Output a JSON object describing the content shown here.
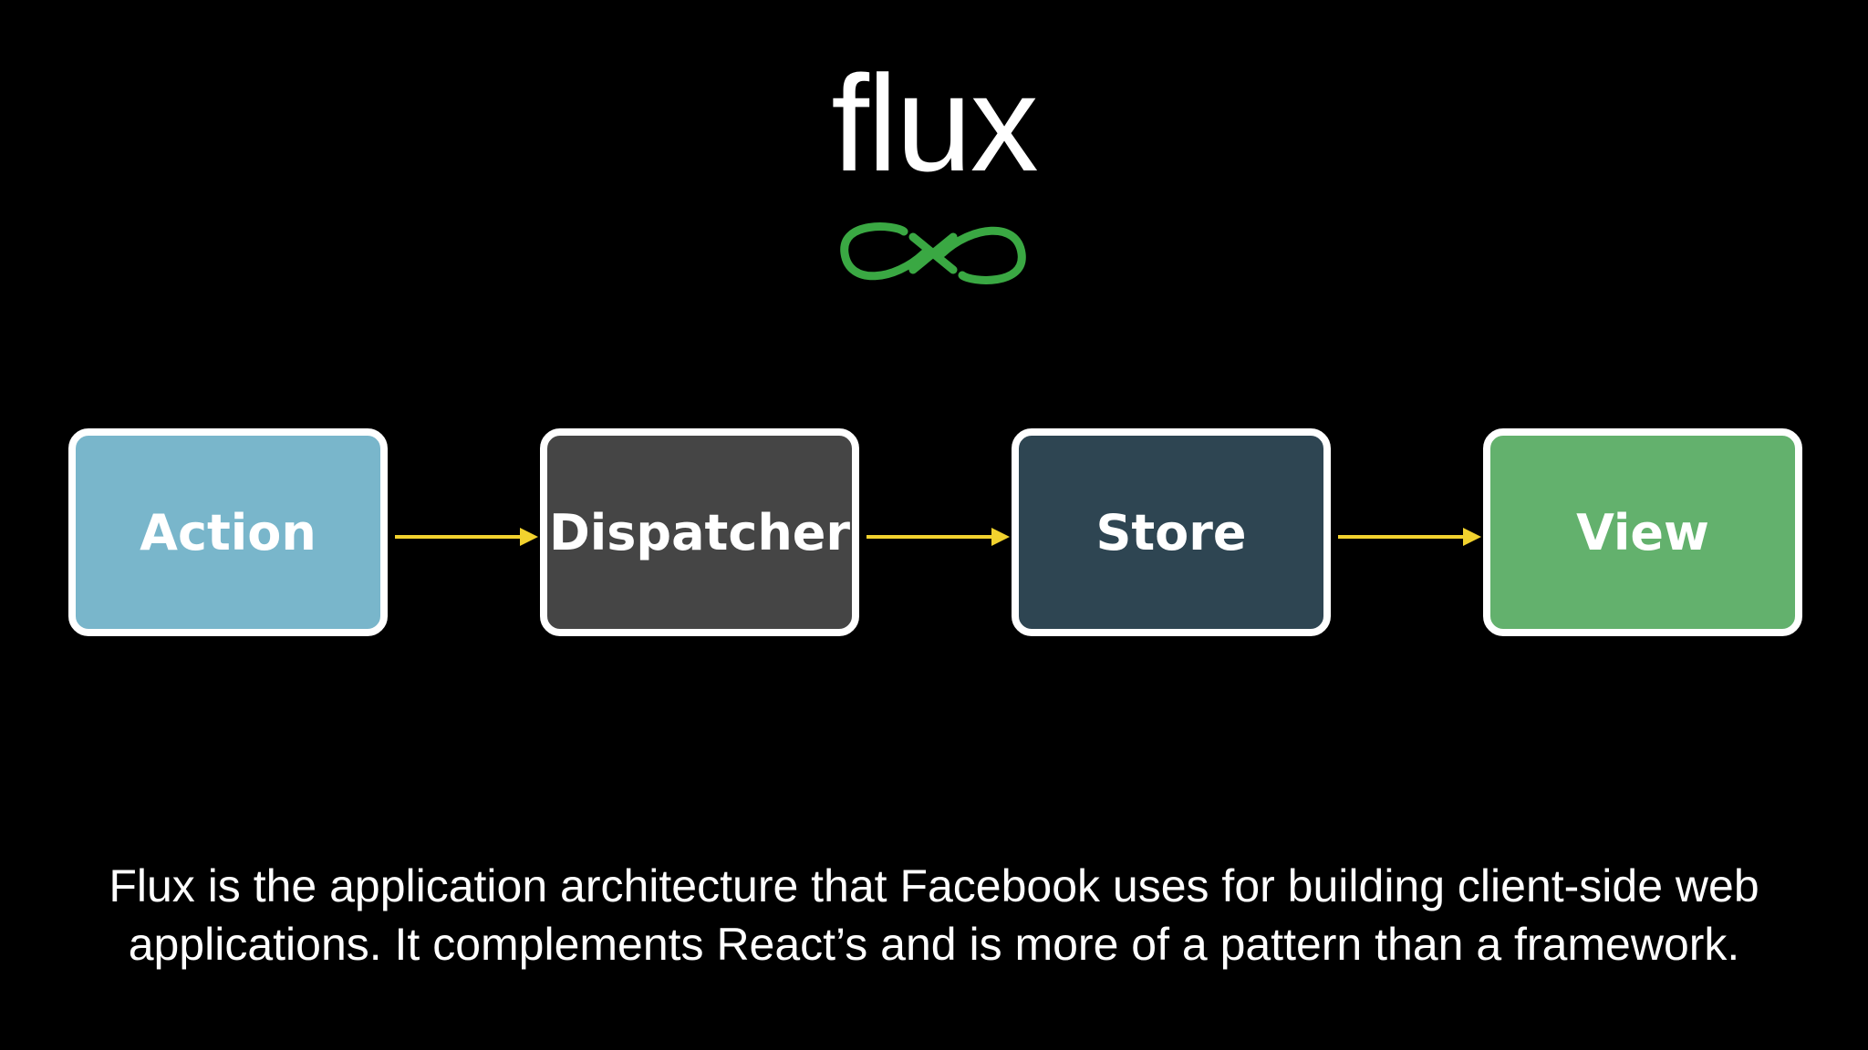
{
  "slide": {
    "title": "flux",
    "logo_icon": "infinity-icon",
    "logo_color": "#3aa843"
  },
  "diagram": {
    "nodes": [
      {
        "label": "Action",
        "color": "#79b6cb"
      },
      {
        "label": "Dispatcher",
        "color": "#454545"
      },
      {
        "label": "Store",
        "color": "#2e4552"
      },
      {
        "label": "View",
        "color": "#63b16d"
      }
    ],
    "edges": [
      {
        "from": "Action",
        "to": "Dispatcher"
      },
      {
        "from": "Dispatcher",
        "to": "Store"
      },
      {
        "from": "Store",
        "to": "View"
      }
    ],
    "arrow_color": "#f2d22e",
    "border_color": "#ffffff"
  },
  "caption": {
    "line1": "Flux is the application architecture that Facebook uses for building client-side web",
    "line2": "applications. It complements React’s and is more of a pattern than a framework."
  }
}
